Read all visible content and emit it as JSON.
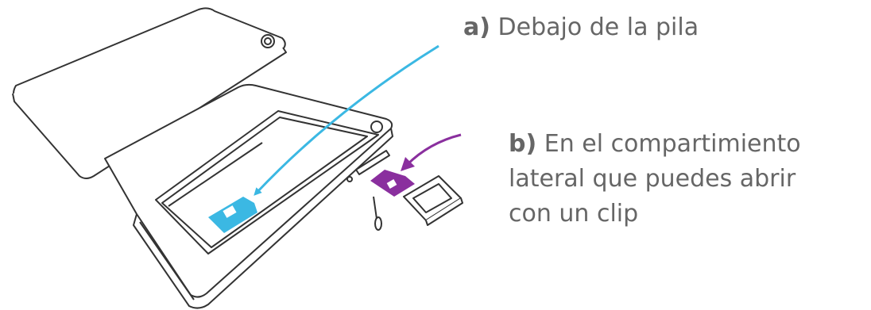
{
  "annotations": {
    "a": {
      "marker": "a)",
      "text": "Debajo de la pila"
    },
    "b": {
      "marker": "b)",
      "lines": [
        "En el compartimiento",
        "lateral que puedes abrir",
        "con un clip"
      ]
    }
  },
  "colors": {
    "label_text": "#666666",
    "arrow_a": "#3bb8e3",
    "arrow_b": "#8a2f9e",
    "line_art": "#333333",
    "background": "#ffffff"
  },
  "icons": [
    "phone-body",
    "phone-back-cover",
    "battery-slot",
    "micro-sim-card",
    "nano-sim-card",
    "sim-tray",
    "sim-eject-pin"
  ]
}
